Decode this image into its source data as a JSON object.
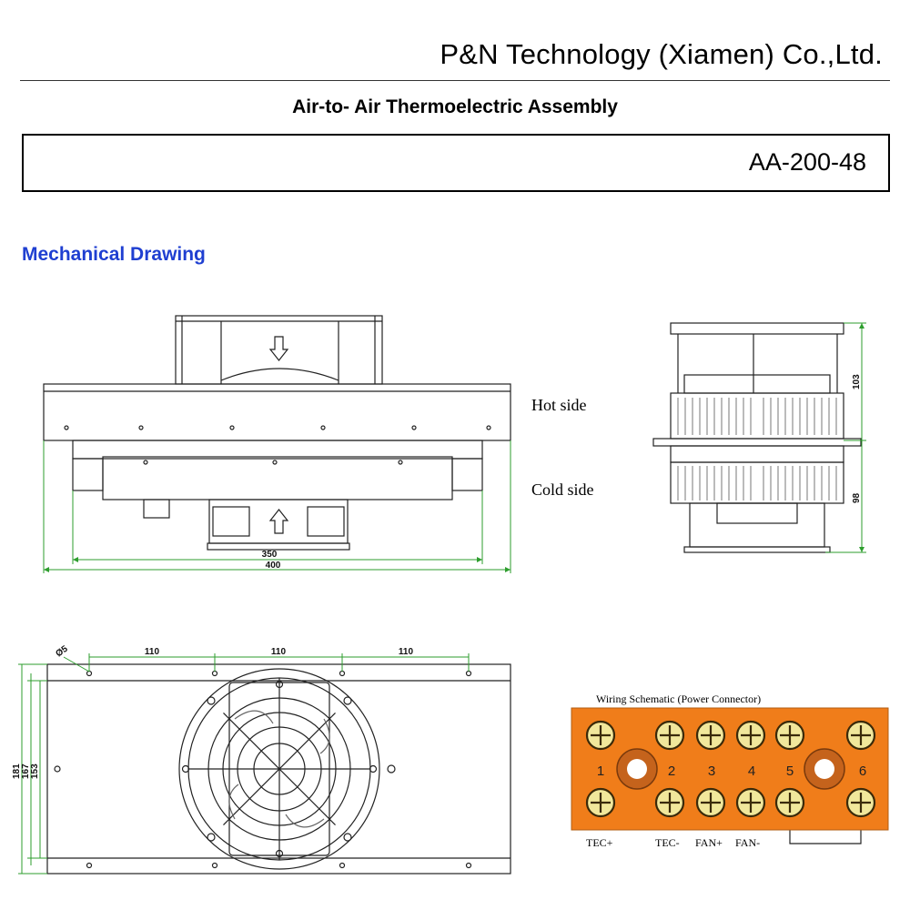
{
  "header": {
    "company": "P&N Technology (Xiamen) Co.,Ltd.",
    "title": "Air-to- Air Thermoelectric Assembly",
    "model": "AA-200-48"
  },
  "section": {
    "title": "Mechanical Drawing"
  },
  "front_view": {
    "hot_label": "Hot side",
    "cold_label": "Cold side",
    "dim_inner": "350",
    "dim_outer": "400"
  },
  "side_view": {
    "dim_top": "103",
    "dim_bottom": "98"
  },
  "top_view": {
    "hole_label": "Ø5",
    "spacing": [
      "110",
      "110",
      "110"
    ],
    "heights": [
      "181",
      "167",
      "153"
    ]
  },
  "wiring": {
    "title": "Wiring  Schematic (Power Connector)",
    "pins": [
      "1",
      "2",
      "3",
      "4",
      "5",
      "6"
    ],
    "labels": [
      "TEC+",
      "TEC-",
      "FAN+",
      "FAN-"
    ],
    "colors": {
      "block": "#f07d1a",
      "terminal": "#f1e79b",
      "hole": "#c5631c"
    }
  }
}
